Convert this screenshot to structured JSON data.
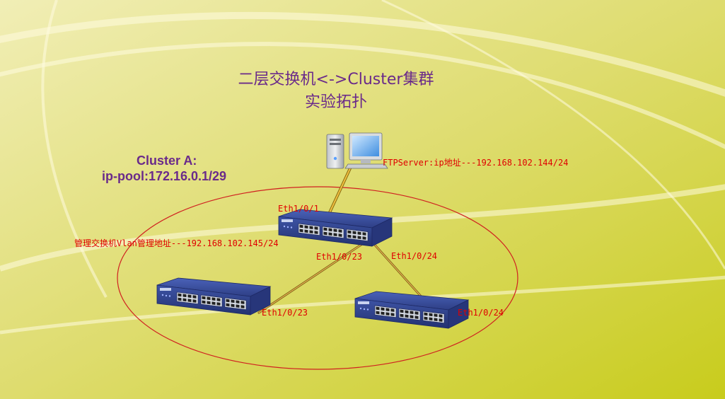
{
  "title": {
    "line1": "二层交换机<->Cluster集群",
    "line2": "实验拓扑"
  },
  "cluster": {
    "name": "Cluster A:",
    "ip_pool": "ip-pool:172.16.0.1/29"
  },
  "labels": {
    "ftp_server": "FTPServer:ip地址---192.168.102.144/24",
    "mgmt_switch": "管理交换机Vlan管理地址---192.168.102.145/24",
    "core_port_to_pc": "Eth1/0/1",
    "core_port_to_left": "Eth1/0/23",
    "core_port_to_right": "Eth1/0/24",
    "left_switch_port": "Eth1/0/23",
    "right_switch_port": "Eth1/0/24"
  },
  "colors": {
    "background": "#e4e08a",
    "accent_text": "#6a2a8a",
    "port_label": "#e00000",
    "cluster_ellipse": "#d02020",
    "link": "#c8a030",
    "switch_body": "#3a4f9e"
  },
  "icons": {
    "server": "desktop-computer-icon",
    "switch": "network-switch-icon"
  }
}
